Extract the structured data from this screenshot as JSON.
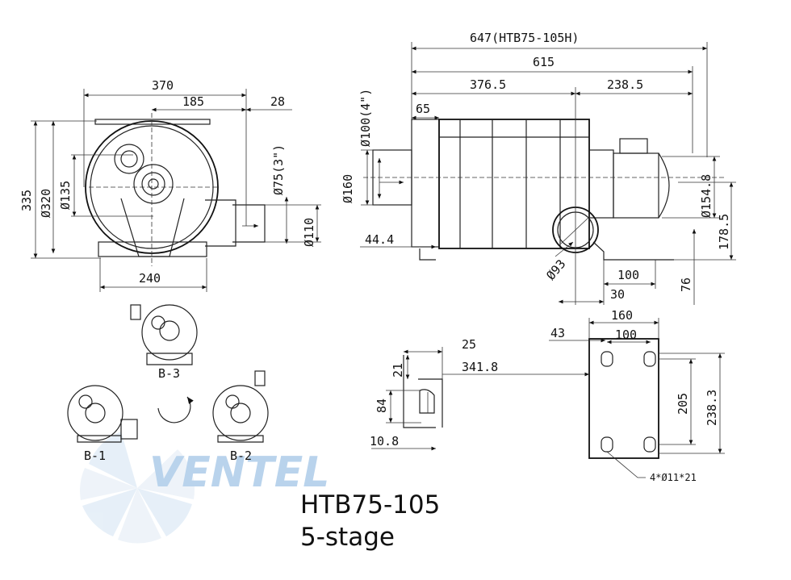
{
  "model": {
    "name": "HTB75-105",
    "stages": "5-stage"
  },
  "watermark": {
    "text": "VENTEL"
  },
  "front_view": {
    "width_total": "370",
    "offset_185": "185",
    "offset_28": "28",
    "height_335": "335",
    "dia_320": "Ø320",
    "dia_135": "Ø135",
    "dia_75": "Ø75(3\")",
    "dia_110": "Ø110",
    "base_240": "240"
  },
  "side_view": {
    "length_647": "647(HTB75-105H)",
    "length_615": "615",
    "length_376_5": "376.5",
    "length_238_5": "238.5",
    "len_65": "65",
    "dia_100": "Ø100(4\")",
    "dia_160": "Ø160",
    "len_44_4": "44.4",
    "dia_93": "Ø93",
    "dia_154_8": "Ø154.8",
    "h_178_5": "178.5",
    "base_100": "100",
    "base_30": "30",
    "h_76": "76"
  },
  "bracket_view": {
    "d25": "25",
    "d21": "21",
    "d341_8": "341.8",
    "d84": "84",
    "d10_8": "10.8"
  },
  "base_plate": {
    "w160": "160",
    "w43": "43",
    "w100": "100",
    "h205": "205",
    "h238_3": "238.3",
    "holes": "4*Ø11*21"
  },
  "orientations": {
    "b1": "B-1",
    "b2": "B-2",
    "b3": "B-3"
  },
  "colors": {
    "line": "#222222",
    "watermark": "#b9d3ec"
  }
}
